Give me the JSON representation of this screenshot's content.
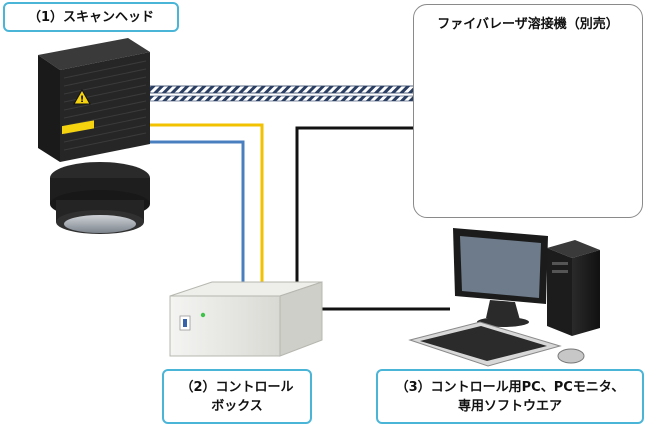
{
  "labels": {
    "scan_head": "（1）スキャンヘッド",
    "control_box_line1": "（2）コントロール",
    "control_box_line2": "ボックス",
    "control_pc_line1": "（3）コントロール用PC、PCモニタ、",
    "control_pc_line2": "専用ソフトウエア",
    "welder_system": "ファイバレーザ溶接機（別売）"
  },
  "colors": {
    "label_border": "#4bb5d8",
    "cable_yellow": "#f2c200",
    "cable_blue": "#4a7fbf",
    "cable_black": "#111111"
  },
  "icons": [
    "scan-head-icon",
    "warning-icon",
    "control-box-icon",
    "pc-tower-icon",
    "monitor-icon",
    "keyboard-icon",
    "mouse-icon",
    "laser-oscillator-icon",
    "welder-controller-icon"
  ]
}
